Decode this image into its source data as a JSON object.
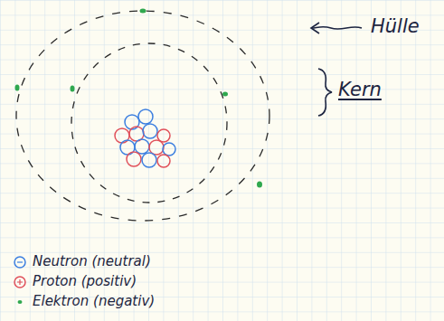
{
  "diagram": {
    "labels": [
      "Hülle",
      "Kern"
    ],
    "legend": [
      {
        "text": "Neutron (neutral)"
      },
      {
        "text": "Proton (positiv)"
      },
      {
        "text": "Elektron (negativ)"
      }
    ]
  }
}
